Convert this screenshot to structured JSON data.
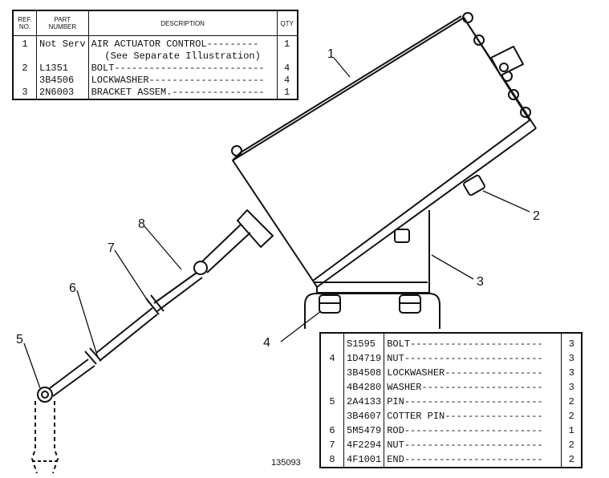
{
  "top_table": {
    "headers": {
      "ref_line1": "REF.",
      "ref_line2": "NO.",
      "part_line1": "PART",
      "part_line2": "NUMBER",
      "description": "DESCRIPTION",
      "qty": "QTY"
    },
    "rows": [
      {
        "ref": "1",
        "part": "Not Serv",
        "desc": "AIR ACTUATOR CONTROL---------",
        "qty": "1"
      },
      {
        "ref": "",
        "part": "",
        "desc": "(See Separate Illustration)",
        "qty": ""
      },
      {
        "ref": "2",
        "part": "L1351",
        "desc": "BOLT--------------------------",
        "qty": "4"
      },
      {
        "ref": "",
        "part": "3B4506",
        "desc": "LOCKWASHER--------------------",
        "qty": "4"
      },
      {
        "ref": "3",
        "part": "2N6003",
        "desc": "BRACKET ASSEM.----------------",
        "qty": "1"
      }
    ]
  },
  "bottom_table": {
    "rows": [
      {
        "ref": "",
        "part": "S1595",
        "desc": "BOLT-----------------------",
        "qty": "3"
      },
      {
        "ref": "4",
        "part": "1D4719",
        "desc": "NUT------------------------",
        "qty": "3"
      },
      {
        "ref": "",
        "part": "3B4508",
        "desc": "LOCKWASHER-----------------",
        "qty": "3"
      },
      {
        "ref": "",
        "part": "4B4280",
        "desc": "WASHER---------------------",
        "qty": "3"
      },
      {
        "ref": "5",
        "part": "2A4133",
        "desc": "PIN------------------------",
        "qty": "2"
      },
      {
        "ref": "",
        "part": "3B4607",
        "desc": "COTTER PIN-----------------",
        "qty": "2"
      },
      {
        "ref": "6",
        "part": "5M5479",
        "desc": "ROD------------------------",
        "qty": "1"
      },
      {
        "ref": "7",
        "part": "4F2294",
        "desc": "NUT------------------------",
        "qty": "2"
      },
      {
        "ref": "8",
        "part": "4F1001",
        "desc": "END------------------------",
        "qty": "2"
      }
    ]
  },
  "callouts": {
    "c1": "1",
    "c2": "2",
    "c3": "3",
    "c4": "4",
    "c5": "5",
    "c6": "6",
    "c7": "7",
    "c8": "8"
  },
  "figure_number": "135093"
}
